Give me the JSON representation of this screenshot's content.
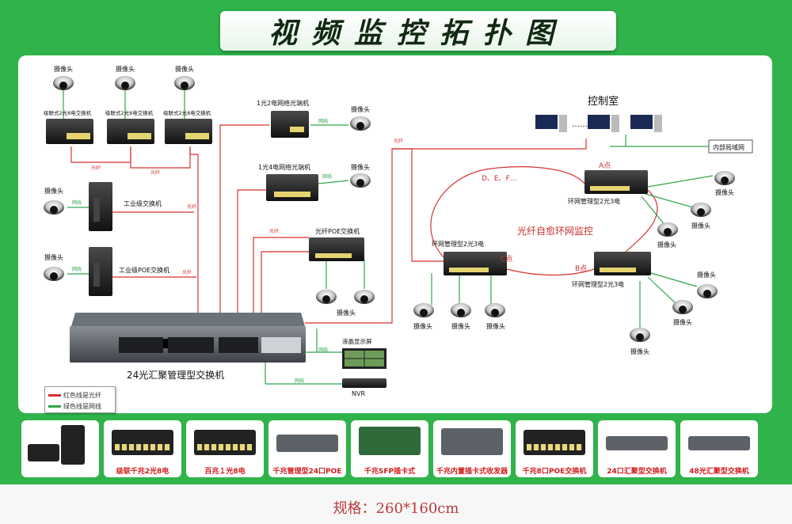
{
  "title": "视频监控拓扑图",
  "colors": {
    "fiber": "#d83232",
    "network": "#2fa64a",
    "frame": "#2fb34a"
  },
  "devices": {
    "camera": "摄像头",
    "cascade_switch_1": "级联式2光8电交换机",
    "cascade_switch_2": "级联式2光8电交换机",
    "cascade_switch_3": "级联式2光8电交换机",
    "media_conv_1": "1光2电网络光端机",
    "media_conv_2": "1光4电网络光端机",
    "industrial_switch": "工业级交换机",
    "industrial_poe_switch": "工业级POE交换机",
    "poe_switch": "光纤POE交换机",
    "core_switch": "24光汇聚管理型交换机",
    "lcd": "液晶显示屏",
    "nvr": "NVR",
    "control_room": "控制室",
    "lan": "内部局域网",
    "ring_left": "环网管理型2光3电",
    "ring_top": "环网管理型2光3电",
    "ring_right": "环网管理型2光3电"
  },
  "ring": {
    "title": "光纤自愈环网监控",
    "point_a": "A点",
    "point_b": "B点",
    "point_c": "C点",
    "more": "D、E、F…"
  },
  "links": {
    "fiber": "光纤",
    "network": "网线"
  },
  "pcs": "……",
  "legend": {
    "red": "红色线是光纤",
    "green": "绿色线是网线"
  },
  "products": [
    "",
    "级联千兆2光8电",
    "百兆１光8电",
    "千兆管理型24口POE",
    "千兆SFP插卡式",
    "千兆内置插卡式收发器",
    "千兆8口POE交换机",
    "24口汇聚型交换机",
    "48光汇聚型交换机"
  ],
  "spec": "规格：260*160cm"
}
